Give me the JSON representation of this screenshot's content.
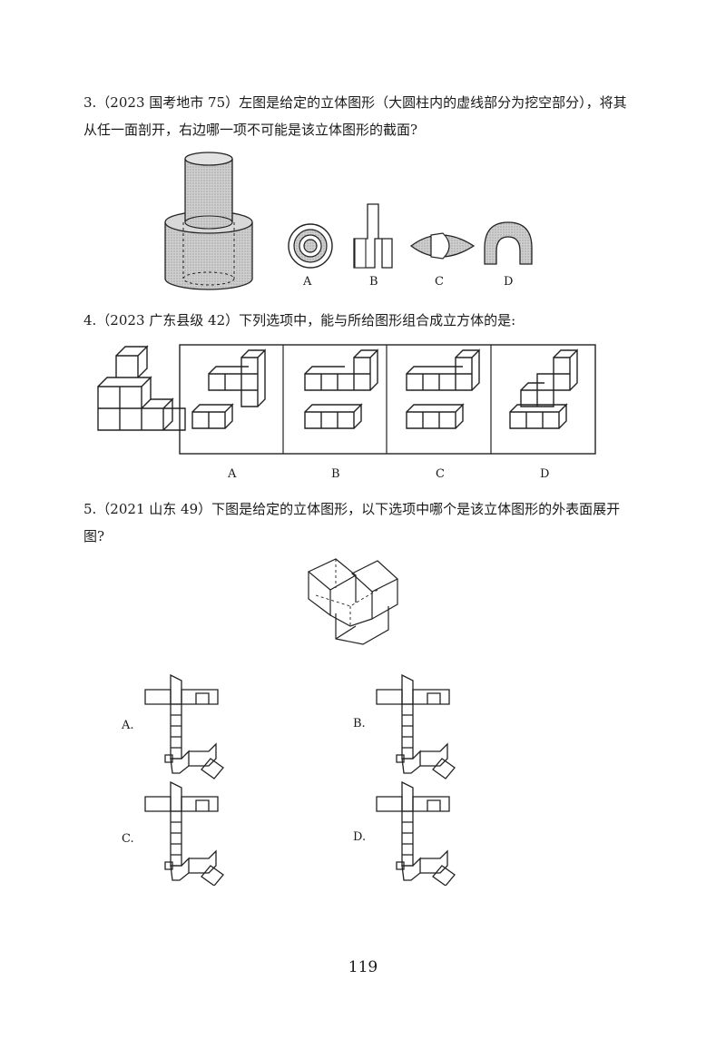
{
  "q3": {
    "text": "3.（2023 国考地市 75）左图是给定的立体图形（大圆柱内的虚线部分为挖空部分），将其从任一面剖开，右边哪一项不可能是该立体图形的截面?",
    "options": [
      "A",
      "B",
      "C",
      "D"
    ]
  },
  "q4": {
    "text": "4.（2023 广东县级 42）下列选项中，能与所给图形组合成立方体的是:",
    "options": [
      "A",
      "B",
      "C",
      "D"
    ]
  },
  "q5": {
    "text": "5.（2021 山东 49）下图是给定的立体图形，以下选项中哪个是该立体图形的外表面展开图?",
    "options": [
      "A.",
      "B.",
      "C.",
      "D."
    ]
  },
  "page_number": "119"
}
